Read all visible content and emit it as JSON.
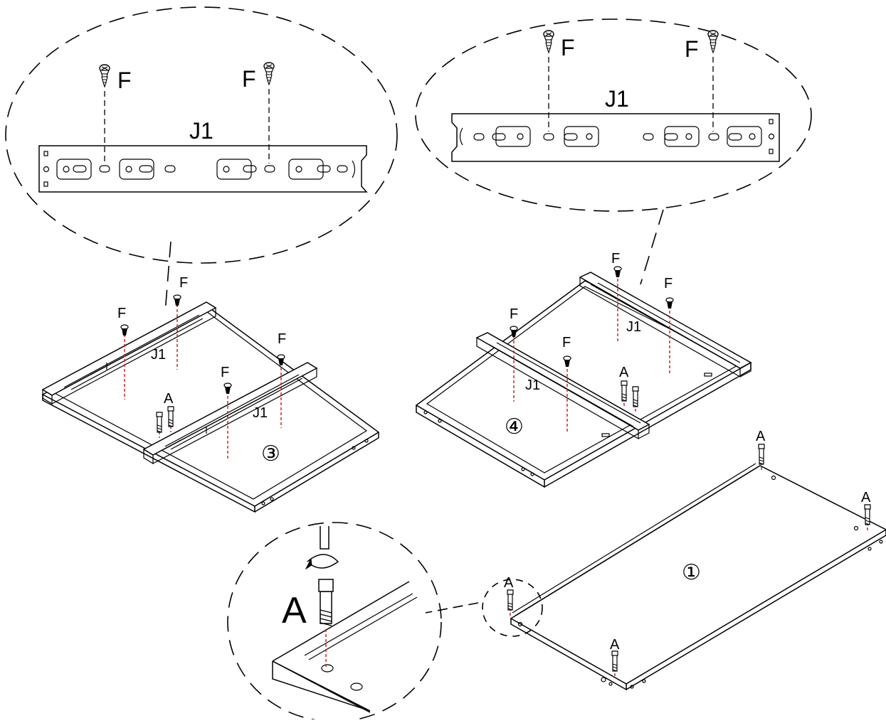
{
  "labels": {
    "screw": "F",
    "dowel": "A",
    "rail": "J1",
    "step_one": "①",
    "step_three": "③",
    "step_four": "④"
  },
  "colors": {
    "line": "#000000",
    "guide": "#d42020"
  },
  "icons": [
    "screw-icon",
    "dowel-icon",
    "rotate-arrow-icon",
    "screwdriver-icon"
  ]
}
